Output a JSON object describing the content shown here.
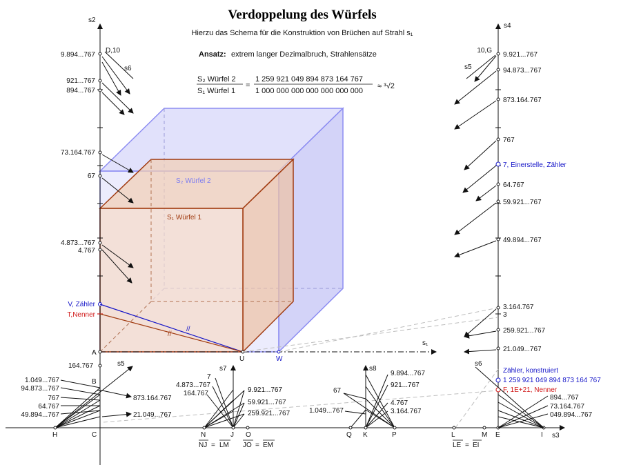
{
  "title": "Verdoppelung des Würfels",
  "subtitle": "Hierzu das Schema für die Konstruktion von Brüchen auf Strahl s₁",
  "ansatz": {
    "label": "Ansatz:",
    "text": "extrem langer Dezimalbruch, Strahlensätze"
  },
  "formula": {
    "num_left": "S₂ Würfel 2",
    "den_left": "S₁ Würfel 1",
    "equals": "=",
    "numerator": "1 259 921 049 894 873 164 767",
    "denominator": "1 000 000 000 000 000 000 000",
    "approx": "≈ ³√2"
  },
  "cube_labels": {
    "s2": "S₂ Würfel 2",
    "s1": "S₁ Würfel 1"
  },
  "rays": {
    "s1": "s₁",
    "s2": "s2",
    "s3": "s3",
    "s4": "s4",
    "s5": "s5",
    "s6": "s6",
    "s7": "s7",
    "s8": "s8"
  },
  "left_axis": {
    "d10": "D,10",
    "l1": "9.894...767",
    "l2": "921...767",
    "l3": "894...767",
    "l4": "73.164.767",
    "l5": "67",
    "l6": "4.873...767",
    "l7": "4.767",
    "v": "V, Zähler",
    "t": "T,Nenner"
  },
  "right_axis": {
    "g10": "10,G",
    "r1": "9.921...767",
    "r2": "94.873...767",
    "r3": "873.164.767",
    "r4": "767",
    "r5": "7, Einerstelle, Zähler",
    "r6": "64.767",
    "r7": "59.921...767",
    "r8": "49.894...767",
    "r9": "3.164.767",
    "r10": "3",
    "r11": "259.921...767",
    "r12": "21.049...767",
    "zk": "Zähler, konstruiert",
    "zk_value": "1 259 921 049 894 873 164 767",
    "f": "F, 1E+21, Nenner"
  },
  "points": {
    "A": "A",
    "U": "U",
    "W": "W",
    "B": "B",
    "C": "C",
    "H": "H",
    "N": "N",
    "J": "J",
    "O": "O",
    "Q": "Q",
    "K": "K",
    "P": "P",
    "L": "L",
    "M": "M",
    "E": "E",
    "I": "I"
  },
  "bottom_left": {
    "b1": "164.767",
    "b2": "1.049...767",
    "b3": "94.873...767",
    "b4": "767",
    "b5": "64.767",
    "b6": "49.894...767",
    "b7": "873.164.767",
    "b8": "21.049...767"
  },
  "fan_s7": {
    "a1": "7",
    "a2": "4.873...767",
    "a3": "164.767",
    "a4": "9.921...767",
    "a5": "59.921...767",
    "a6": "259.921...767"
  },
  "fan_s8": {
    "c1": "9.894...767",
    "c2": "921...767",
    "c3": "67",
    "c4": "4.767",
    "c5": "1.049...767",
    "c6": "3.164.767"
  },
  "fan_right": {
    "d1": "894...767",
    "d2": "73.164.767",
    "d3": "049.894...767"
  },
  "segments": {
    "nj": "NJ",
    "lm": "LM",
    "jo": "JO",
    "em": "EM",
    "le": "LE",
    "ei": "EI",
    "eq": "="
  },
  "colors": {
    "blue": "#1515c8",
    "red": "#d01818",
    "brown": "#a03a10",
    "cube2_fill": "#c8c8f8",
    "cube1_fill": "#f6dcc8"
  }
}
